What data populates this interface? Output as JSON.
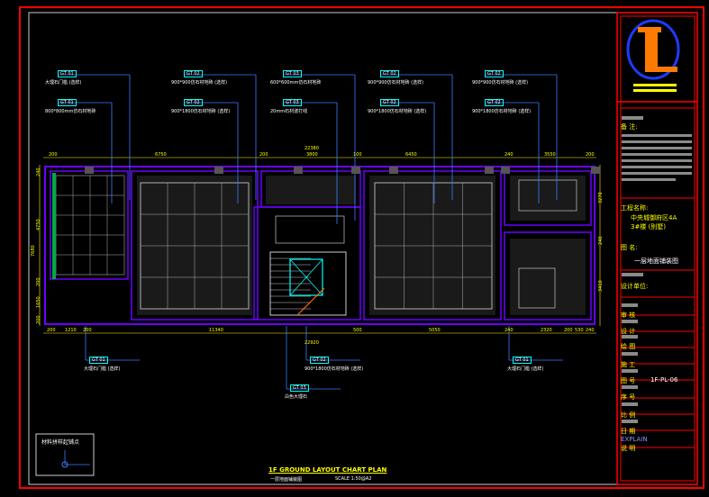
{
  "colors": {
    "frame": "#ff0000",
    "wall": "#6a00ff",
    "dim": "#ffff00",
    "leader": "#3a7dff",
    "tile": "#b0b0b0",
    "cyan": "#00ffff",
    "logo_orange": "#ff7a00",
    "logo_blue": "#1c3cff"
  },
  "top_callouts": [
    {
      "tag": "GT  01",
      "line1": "大理石门槛 (选样)",
      "line2": "800*800mm仿石材地砖"
    },
    {
      "tag": "GT  02",
      "line1": "900*900仿石材地砖 (选样)",
      "line2": "900*1800仿石材地砖 (选样)"
    },
    {
      "tag": "GT  03",
      "line1": "600*600mm仿石材地砖",
      "line2": "20mm石材波打线"
    },
    {
      "tag": "GT  02",
      "line1": "900*900仿石材地砖 (选样)",
      "line2": "900*1800仿石材地砖 (选样)"
    },
    {
      "tag": "GT  02",
      "line1": "900*900仿石材地砖 (选样)",
      "line2": "900*1800仿石材地砖 (选样)"
    }
  ],
  "top_dims": {
    "overall": "22380",
    "segments": [
      "200",
      "6750",
      "200",
      "3800",
      "100",
      "6450",
      "240",
      "3550",
      "200"
    ]
  },
  "bottom_dims": {
    "overall": "22920",
    "segments": [
      "200",
      "1210",
      "200",
      "11340",
      "500",
      "5050",
      "240",
      "2320",
      "200",
      "530",
      "240"
    ]
  },
  "left_dims": [
    "240",
    "4750",
    "200",
    "1650",
    "200"
  ],
  "left_total": "7680",
  "right_dims": [
    "3270",
    "240",
    "3410"
  ],
  "bottom_callouts": [
    {
      "tag": "GT  01",
      "line1": "大理石门槛 (选样)"
    },
    {
      "tag": "GT  02",
      "line1": "900*1800仿石材地砖 (选样)"
    },
    {
      "tag": "GT  03",
      "line1": "白色大理石"
    },
    {
      "tag": "GT  01",
      "line1": "大理石门槛 (选样)"
    }
  ],
  "legend": {
    "title": "材料拼样起铺点"
  },
  "title": {
    "main": "1F GROUND LAYOUT CHART PLAN",
    "sub": "一层地面铺装图",
    "scale": "SCALE 1:50@A2"
  },
  "title_block": {
    "note_label": "备 注:",
    "project_label": "工程名称:",
    "project_name_1": "中央城御府区4A",
    "project_name_2": "3#楼 (别墅)",
    "drawing_label": "图 名:",
    "drawing_name": "一层地面铺装图",
    "unit_label": "设计单位:",
    "rows": [
      "审 核",
      "设 计",
      "绘 图",
      "施 工",
      "图 号",
      "序 号",
      "比 例",
      "日 期",
      "EXPLAIN",
      "说 明"
    ],
    "drawing_no": "1F-PL-06"
  }
}
